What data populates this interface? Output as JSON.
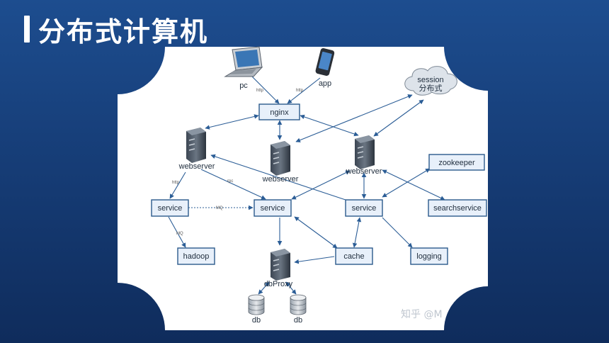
{
  "slide": {
    "title": "分布式计算机"
  },
  "diagram": {
    "nodes": {
      "pc": "pc",
      "app": "app",
      "session_line1": "session",
      "session_line2": "分布式",
      "nginx": "nginx",
      "webserver_left": "webserver",
      "webserver_mid": "webserver",
      "webserver_right": "webserver",
      "zookeeper": "zookeeper",
      "service_left": "service",
      "service_mid": "service",
      "service_right": "service",
      "searchservice": "searchservice",
      "hadoop": "hadoop",
      "cache": "cache",
      "logging": "logging",
      "dbproxy": "dbProxy",
      "db_left": "db",
      "db_right": "db"
    },
    "edge_labels": {
      "pc_http": "http",
      "app_http": "http",
      "web_service_http": "http",
      "web_service_rpc": "rpc",
      "service_service_mq": "MQ",
      "service_hadoop_mq": "MQ"
    },
    "watermark": "知乎 @M",
    "colors": {
      "background_top": "#1d4d8f",
      "background_bottom": "#0f2c5c",
      "panel": "#ffffff",
      "box_border": "#2c5a8c",
      "box_fill": "#e8f0fa",
      "arrow": "#2b5d96"
    }
  }
}
